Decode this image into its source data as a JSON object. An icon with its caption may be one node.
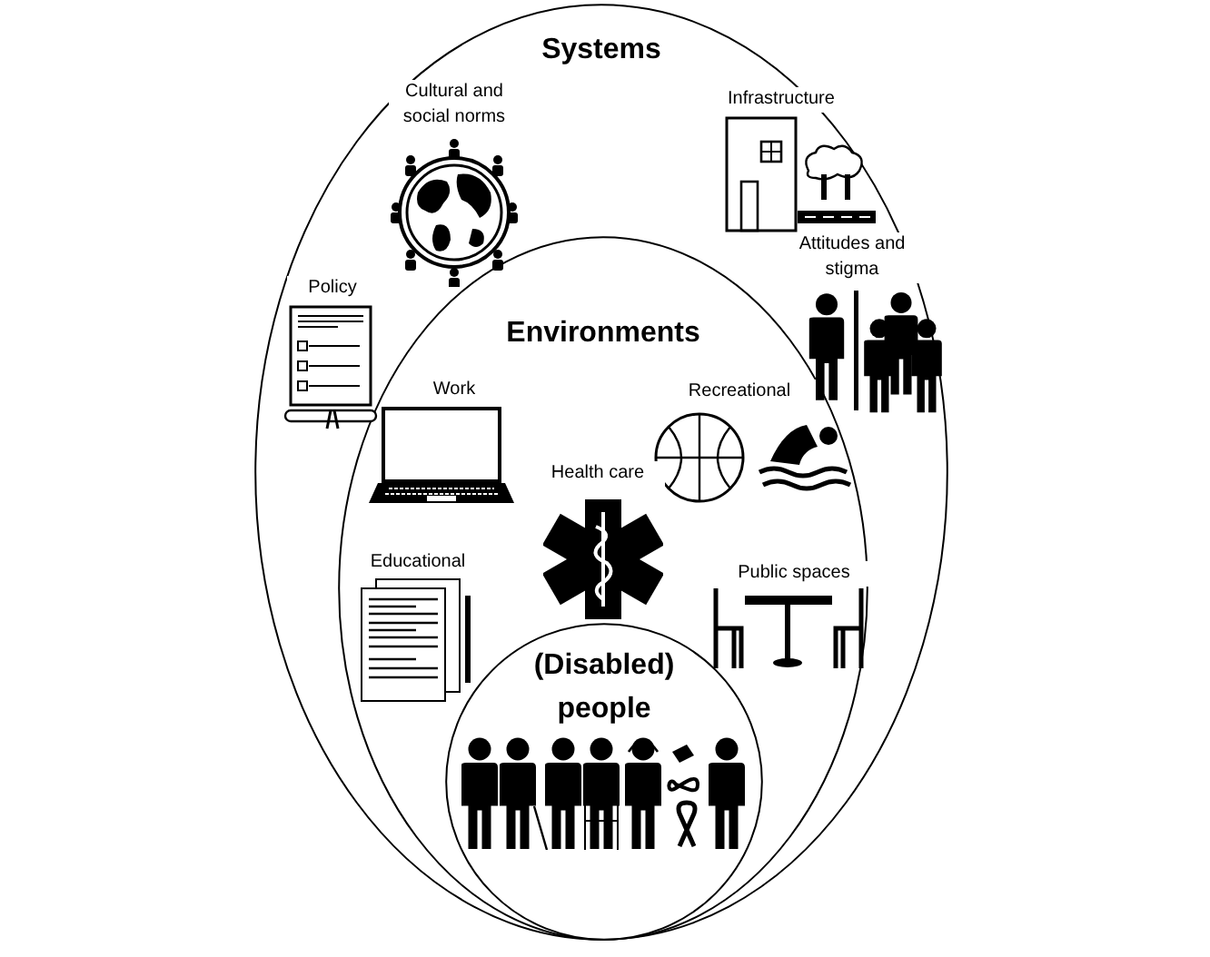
{
  "diagram": {
    "nodes": [
      {
        "text": [
          "Systems"
        ]
      },
      {
        "text": [
          "Environments"
        ],
        "in": 0
      },
      {
        "text": [
          "(Disabled) people"
        ],
        "in": 1
      }
    ],
    "labels": [
      "Cultural and social norms",
      "Infrastructure",
      "Attitudes and stigma",
      "Policy",
      "Work",
      "Recreational",
      "Health care",
      "Educational",
      "Public spaces"
    ]
  }
}
